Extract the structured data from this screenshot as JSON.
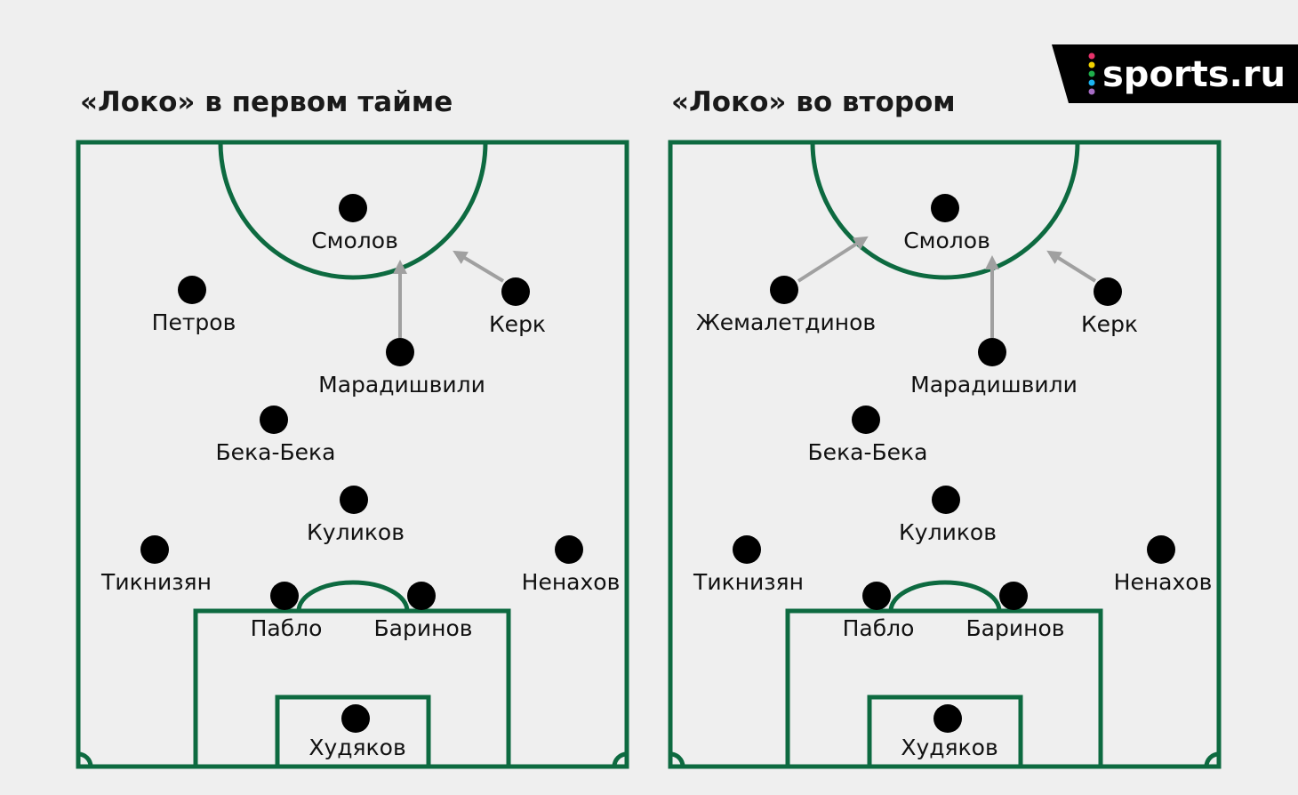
{
  "titles": {
    "first": "«Локо» в первом тайме",
    "second": "«Локо» во втором"
  },
  "logo": "sports.ru",
  "pitch1": {
    "players": [
      "Смолов",
      "Петров",
      "Керк",
      "Марадишвили",
      "Бека-Бека",
      "Куликов",
      "Тикнизян",
      "Ненахов",
      "Пабло",
      "Баринов",
      "Худяков"
    ]
  },
  "pitch2": {
    "players": [
      "Смолов",
      "Жемалетдинов",
      "Керк",
      "Марадишвили",
      "Бека-Бека",
      "Куликов",
      "Тикнизян",
      "Ненахов",
      "Пабло",
      "Баринов",
      "Худяков"
    ]
  },
  "colors": {
    "pitch_line": "#0d6a40",
    "background": "#efefef",
    "arrow": "#a0a0a0",
    "dot": "#000000"
  }
}
